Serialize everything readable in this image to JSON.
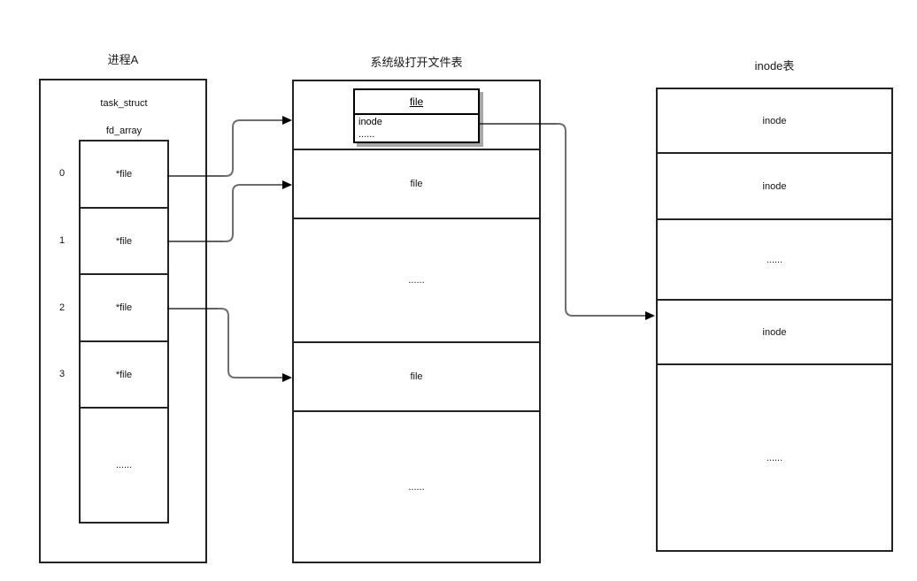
{
  "process": {
    "title": "进程A",
    "struct_label": "task_struct",
    "array_label": "fd_array",
    "fd_rows": [
      {
        "index": "0",
        "value": "*file"
      },
      {
        "index": "1",
        "value": "*file"
      },
      {
        "index": "2",
        "value": "*file"
      },
      {
        "index": "3",
        "value": "*file"
      },
      {
        "index": "",
        "value": "......"
      }
    ]
  },
  "open_file_table": {
    "title": "系统级打开文件表",
    "card": {
      "title": "file",
      "field_1": "inode",
      "field_2": "......"
    },
    "rows": [
      "file",
      "......",
      "file",
      "......"
    ]
  },
  "inode_table": {
    "title": "inode表",
    "rows": [
      "inode",
      "inode",
      "......",
      "inode",
      "......"
    ]
  },
  "colors": {
    "table_border": "#222222",
    "connector_line": "#6e6e6e",
    "stub_line": "#000000",
    "arrowhead": "#000000",
    "card_shadow": "#a8a8a8",
    "background": "#ffffff"
  }
}
